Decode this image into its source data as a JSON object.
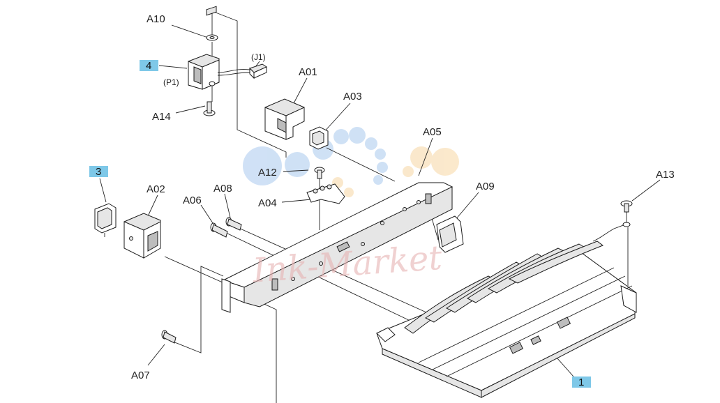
{
  "part_labels": {
    "a10": "A10",
    "a01": "A01",
    "a03": "A03",
    "a05": "A05",
    "a12": "A12",
    "a04": "A04",
    "a02": "A02",
    "a06": "A06",
    "a08": "A08",
    "a09": "A09",
    "a13": "A13",
    "a14": "A14",
    "a07": "A07"
  },
  "connector_labels": {
    "j1": "(J1)",
    "p1": "(P1)"
  },
  "callouts": {
    "c4": "4",
    "c3": "3",
    "c1": "1"
  },
  "watermark": "Ink-Market",
  "colors": {
    "callout_fill": "#7ec8e8",
    "watermark": "#e7b3b3",
    "watermark_dots_blue": "#a9c9ee",
    "watermark_dots_orange": "#f7d7a3"
  }
}
